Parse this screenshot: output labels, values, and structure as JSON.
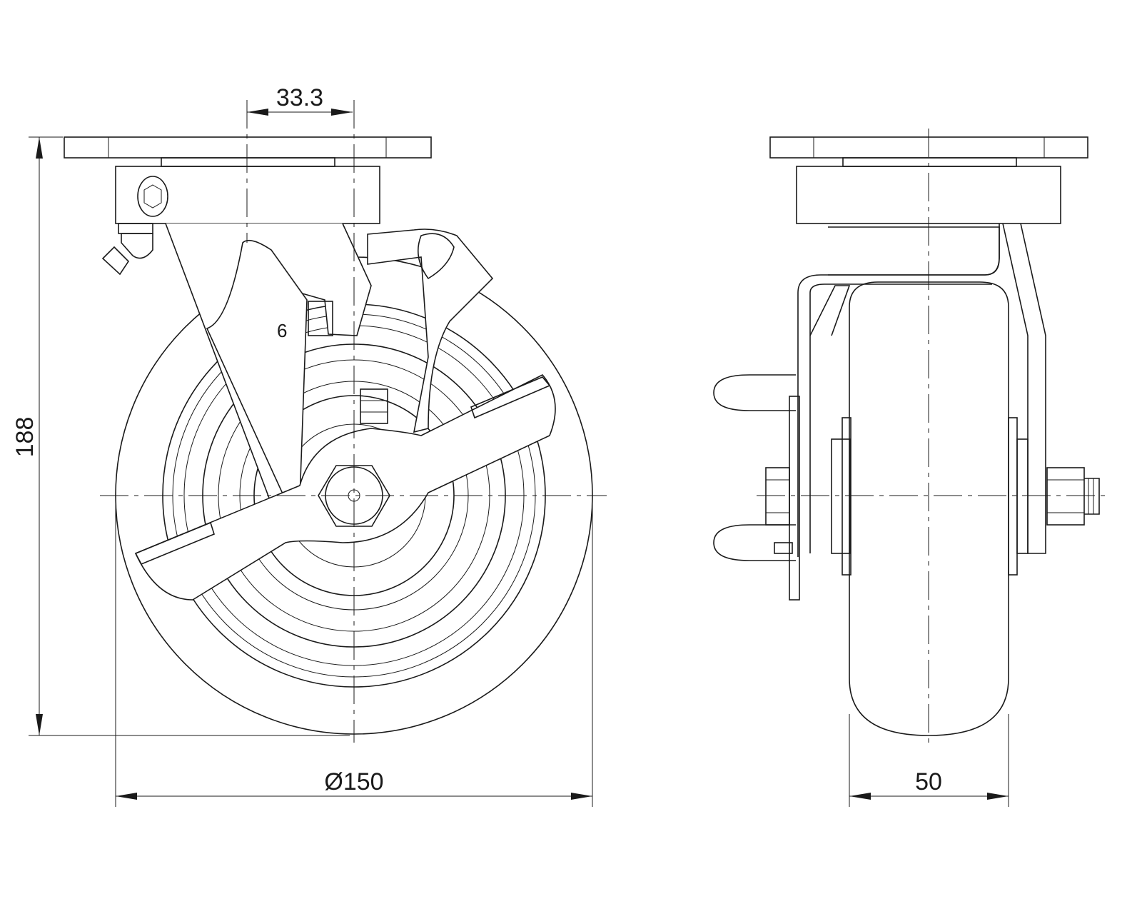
{
  "drawing": {
    "front_view": {
      "dimensions": {
        "offset": "33.3",
        "height": "188",
        "diameter": "Ø150"
      },
      "part_marking": "6"
    },
    "side_view": {
      "dimensions": {
        "width": "50"
      }
    },
    "colors": {
      "line": "#1a1a1a",
      "background": "#ffffff"
    }
  }
}
